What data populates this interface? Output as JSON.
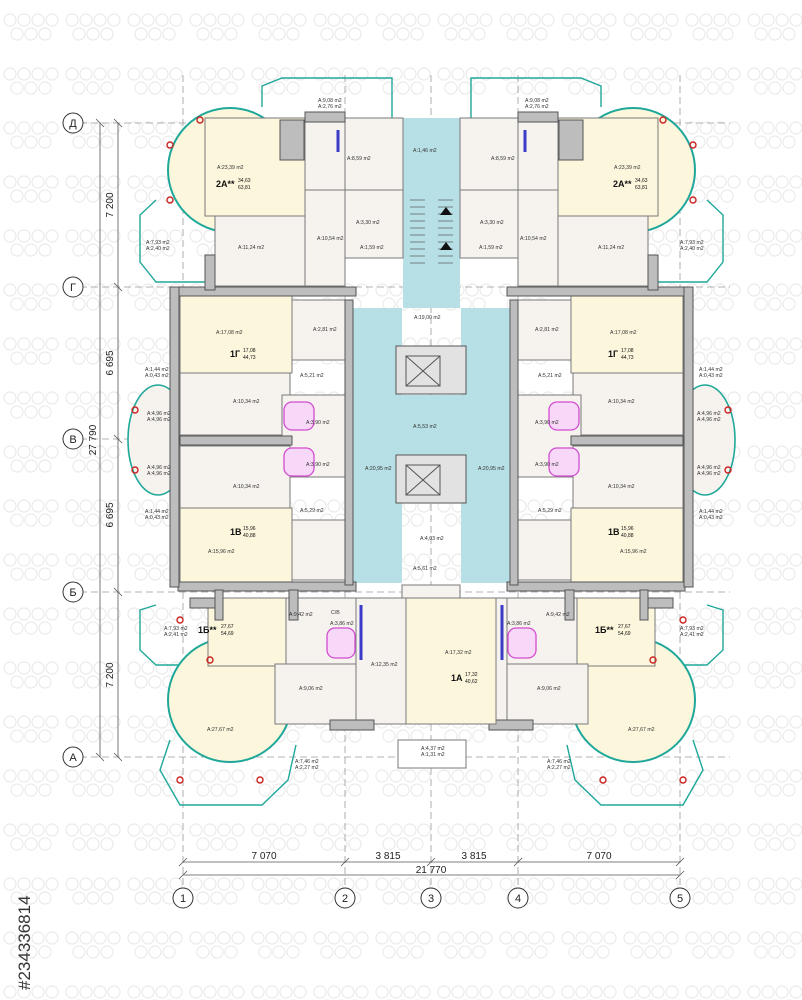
{
  "colors": {
    "wall": "#7a7a7a",
    "wall_fill": "#bdbdbd",
    "room": "#f6f3ee",
    "living": "#fbf6dc",
    "circulation": "#b6e0e6",
    "balcony": "#1fa89a",
    "grid": "#9a9a9a",
    "bath": "#d24cd2",
    "window": "#3b3bc8",
    "column": "#cc2222"
  },
  "icons": {
    "stair": "stair-icon",
    "elevator": "elevator-icon",
    "watermark": "watermark-icon"
  },
  "axes": {
    "vertical": [
      "1",
      "2",
      "3",
      "4",
      "5"
    ],
    "horizontal": [
      "Д",
      "Г",
      "В",
      "Б",
      "А"
    ]
  },
  "dimensions": {
    "bottom_segments": [
      "7 070",
      "3 815",
      "3 815",
      "7 070"
    ],
    "bottom_total": "21 770",
    "left_segments": [
      "7 200",
      "6 695",
      "6 695",
      "7 200"
    ],
    "left_total": "27 790"
  },
  "stock_id": "#234336814",
  "rooms": {
    "l": [
      "A:9,08 m2",
      "A:2,76 m2",
      "A:8,59 m2",
      "A:1,46 m2",
      "A:23,39 m2",
      "A:3,30 m2",
      "A:10,54 m2",
      "A:1,59 m2",
      "A:11,24 m2",
      "A:7,93 m2",
      "A:2,40 m2",
      "A:19,00 m2",
      "A:17,08 m2",
      "A:2,81 m2",
      "A:5,21 m2",
      "A:1,44 m2",
      "A:0,43 m2",
      "A:10,34 m2",
      "A:4,96 m2",
      "A:4,96 m2",
      "A:3,90 m2",
      "A:5,53 m2",
      "A:20,95 m2",
      "A:3,90 m2",
      "A:4,96 m2",
      "A:4,96 m2",
      "A:10,34 m2",
      "A:1,44 m2",
      "A:0,43 m2",
      "A:5,29 m2",
      "A:15,96 m2",
      "A:4,03 m2",
      "A:5,61 m2",
      "A:9,42 m2",
      "A:3,86 m2",
      "A:7,93 m2",
      "A:2,41 m2",
      "A:12,35 m2",
      "A:17,32 m2",
      "A:9,06 m2",
      "A:27,67 m2",
      "A:7,46 m2",
      "A:2,27 m2",
      "A:4,37 m2",
      "A:1,31 m2"
    ],
    "r": [
      "A:9,08 m2",
      "A:2,76 m2",
      "A:8,59 m2",
      "A:23,39 m2",
      "A:3,30 m2",
      "A:10,54 m2",
      "A:1,59 m2",
      "A:11,24 m2",
      "A:7,93 m2",
      "A:2,40 m2",
      "A:17,08 m2",
      "A:2,81 m2",
      "A:5,21 m2",
      "A:1,44 m2",
      "A:0,43 m2",
      "A:10,34 m2",
      "A:4,96 m2",
      "A:4,96 m2",
      "A:3,90 m2",
      "A:20,95 m2",
      "A:3,90 m2",
      "A:4,96 m2",
      "A:4,96 m2",
      "A:10,34 m2",
      "A:1,44 m2",
      "A:0,43 m2",
      "A:5,29 m2",
      "A:15,96 m2",
      "A:9,42 m2",
      "A:3,86 m2",
      "A:7,93 m2",
      "A:2,41 m2",
      "A:9,06 m2",
      "A:27,67 m2",
      "A:7,46 m2",
      "A:2,27 m2"
    ]
  },
  "misc": {
    "cb": "C/B"
  },
  "apartments": [
    {
      "code": "2А**",
      "a": "34,63",
      "b": "63,81"
    },
    {
      "code": "2А**",
      "a": "34,63",
      "b": "63,81"
    },
    {
      "code": "1Г",
      "a": "17,08",
      "b": "44,73"
    },
    {
      "code": "1Г",
      "a": "17,08",
      "b": "44,73"
    },
    {
      "code": "1В",
      "a": "15,96",
      "b": "40,88"
    },
    {
      "code": "1В",
      "a": "15,96",
      "b": "40,88"
    },
    {
      "code": "1Б**",
      "a": "27,67",
      "b": "54,69"
    },
    {
      "code": "1Б**",
      "a": "27,67",
      "b": "54,69"
    },
    {
      "code": "1А",
      "a": "17,32",
      "b": "40,62"
    }
  ]
}
